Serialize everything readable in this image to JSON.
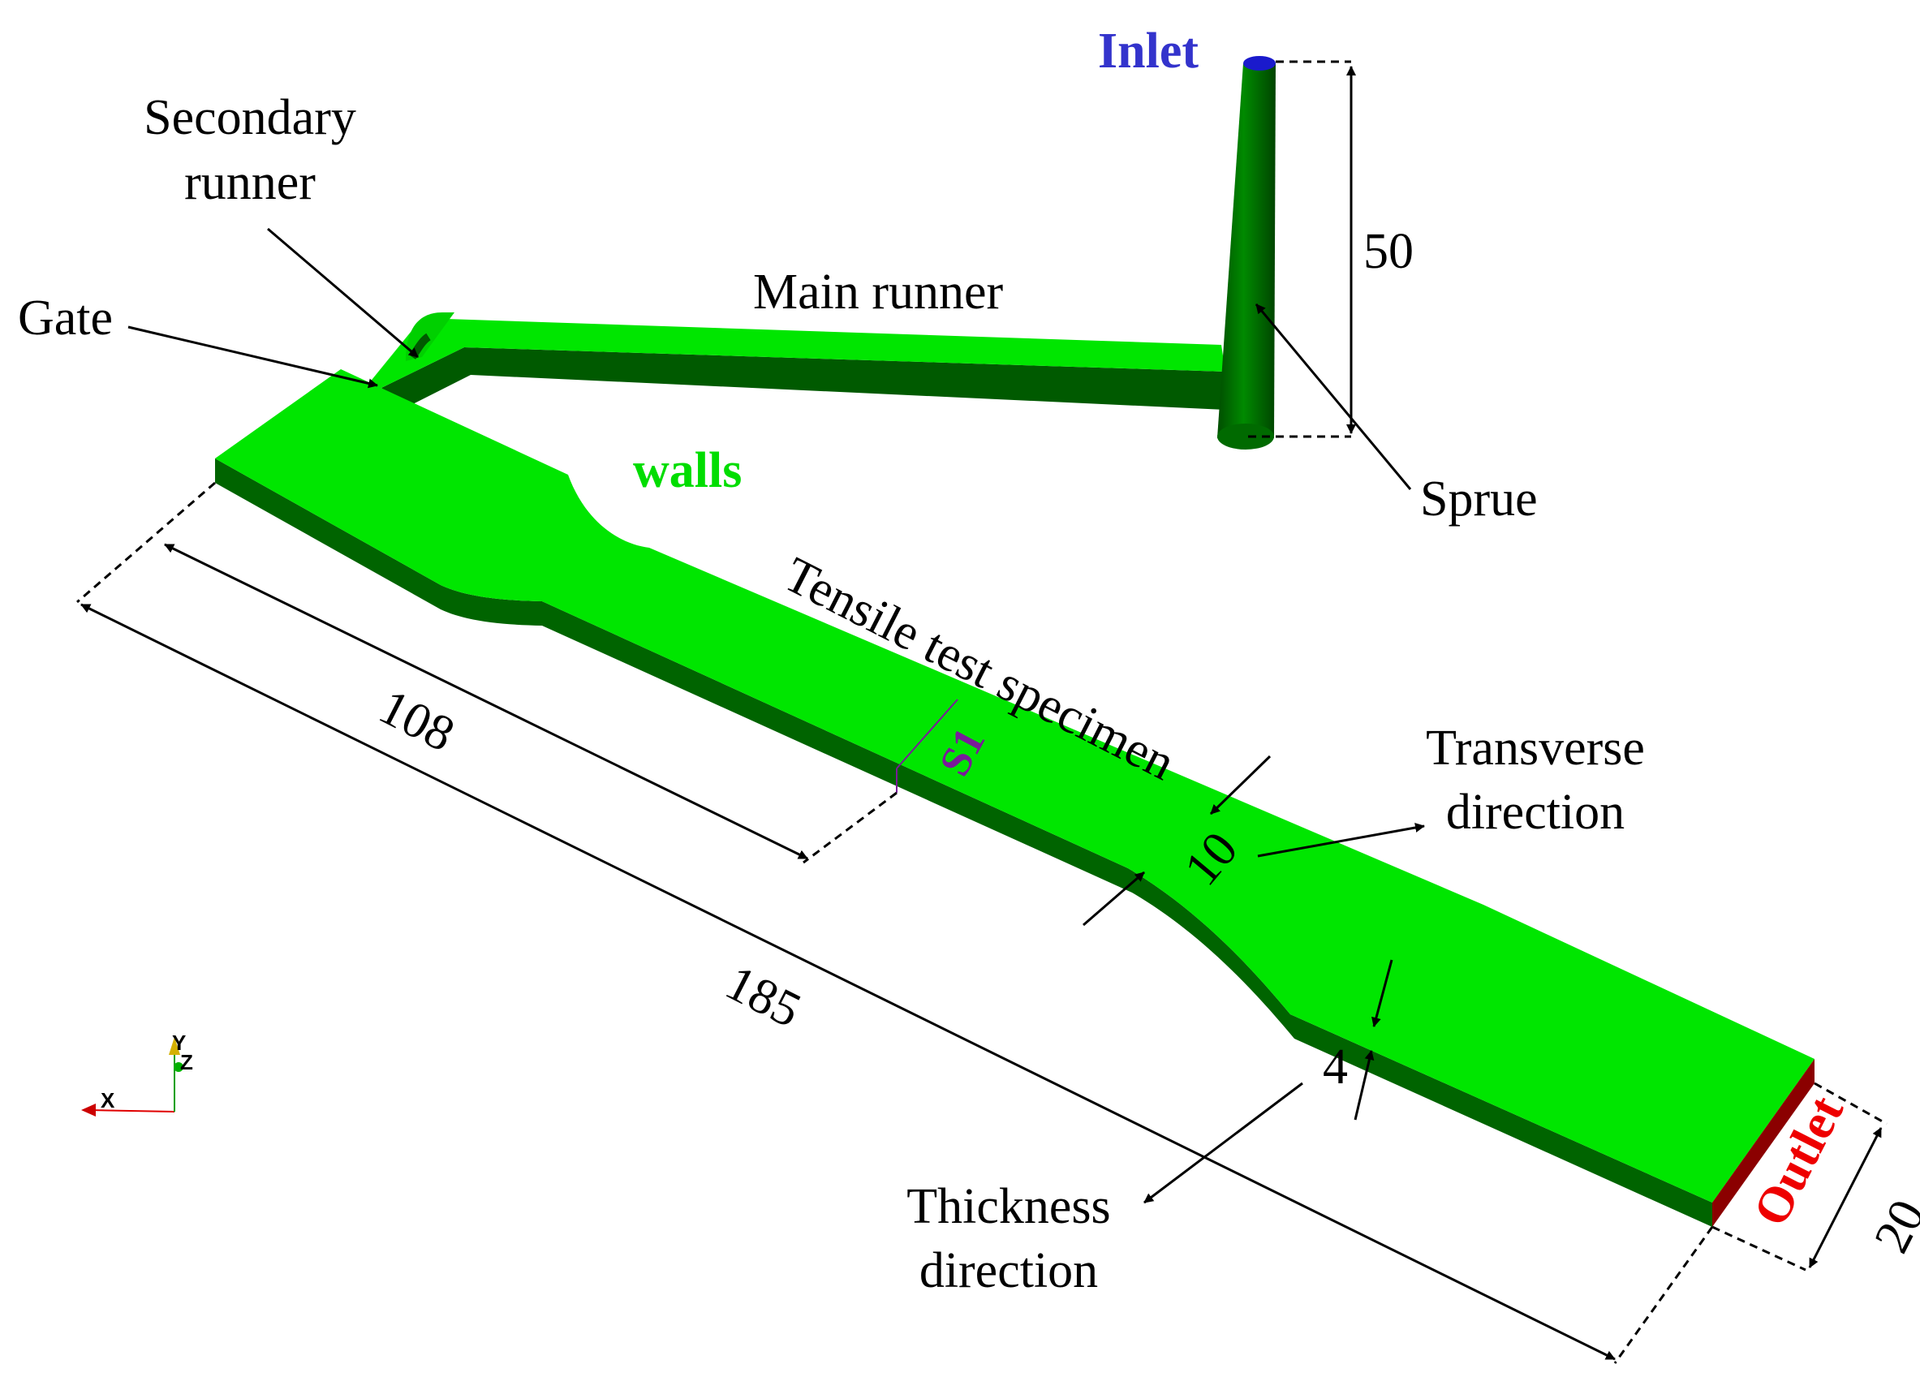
{
  "labels": {
    "secondary_runner_line1": "Secondary",
    "secondary_runner_line2": "runner",
    "gate": "Gate",
    "main_runner": "Main runner",
    "inlet": "Inlet",
    "walls": "walls",
    "sprue": "Sprue",
    "tensile_test_specimen": "Tensile test specimen",
    "transverse_line1": "Transverse",
    "transverse_line2": "direction",
    "thickness_line1": "Thickness",
    "thickness_line2": "direction",
    "outlet": "Outlet",
    "section": "S1"
  },
  "dimensions": {
    "sprue_height": "50",
    "gauge_length": "108",
    "total_length": "185",
    "gauge_width": "10",
    "thickness": "4",
    "grip_width": "20"
  },
  "axes": {
    "x": "X",
    "y": "Y",
    "z": "Z"
  },
  "colors": {
    "wall_top": "#00e600",
    "wall_side": "#006400",
    "wall_side_mid": "#008c00",
    "inlet": "#1a1acc",
    "outlet": "#8b0000",
    "walls_label": "#00dd00",
    "inlet_label": "#3333cc",
    "outlet_label": "#ee0000",
    "section_label": "#7a1a9a"
  }
}
